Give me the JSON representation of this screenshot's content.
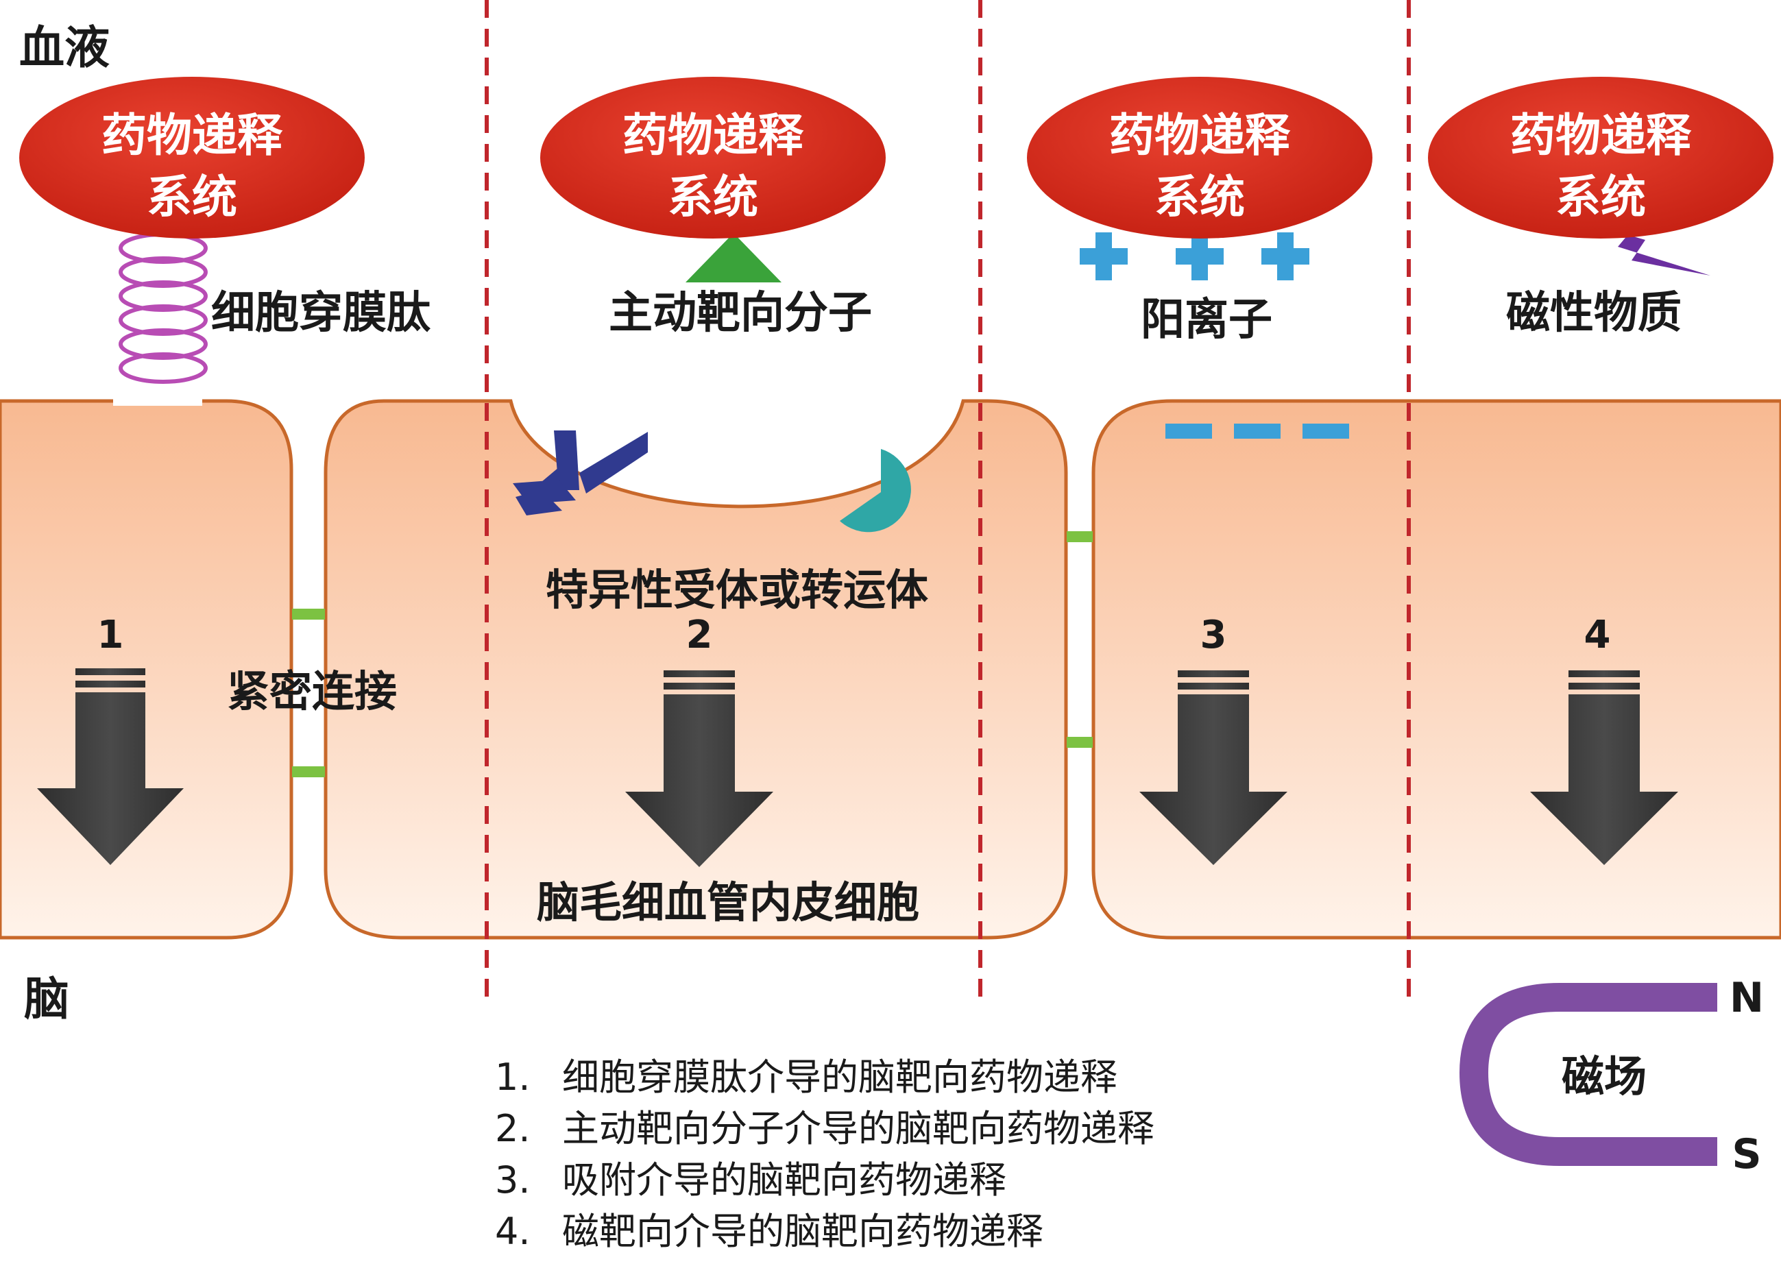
{
  "regions": {
    "blood": "血液",
    "brain": "脑"
  },
  "dds_label": [
    "药物递释",
    "系统"
  ],
  "ligands": {
    "cpp": "细胞穿膜肽",
    "active": "主动靶向分子",
    "cation": "阳离子",
    "magnetic": "磁性物质"
  },
  "structures": {
    "tight_junction": "紧密连接",
    "receptor": "特异性受体或转运体",
    "endothelial": "脑毛细血管内皮细胞"
  },
  "pathways": [
    "1",
    "2",
    "3",
    "4"
  ],
  "magnet": {
    "label": "磁场",
    "north": "N",
    "south": "S"
  },
  "legend": [
    {
      "num": "1.",
      "text": "细胞穿膜肽介导的脑靶向药物递释"
    },
    {
      "num": "2.",
      "text": "主动靶向分子介导的脑靶向药物递释"
    },
    {
      "num": "3.",
      "text": "吸附介导的脑靶向药物递释"
    },
    {
      "num": "4.",
      "text": "磁靶向介导的脑靶向药物递释"
    }
  ],
  "colors": {
    "dds": "#d92b1e",
    "cell_fill": "#fbd3b8",
    "cell_border": "#c8682a",
    "divider": "#c0262c",
    "arrow": "#3f3f3f",
    "junction": "#7cc242",
    "peptide": "#b84cb4",
    "targeting": "#3aa33a",
    "antibody": "#303a8f",
    "transporter": "#2fa7a6",
    "cation": "#3ba0d8",
    "anion": "#3ba0d8",
    "magnetic_bolt": "#6b2fa0",
    "magnet": "#7f4ea2"
  }
}
